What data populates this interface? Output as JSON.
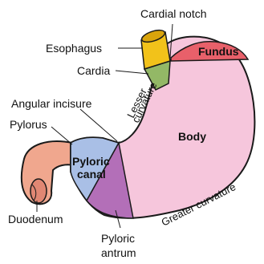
{
  "diagram": {
    "labels": {
      "cardial_notch": "Cardial notch",
      "esophagus": "Esophagus",
      "fundus": "Fundus",
      "cardia": "Cardia",
      "angular_incisure": "Angular incisure",
      "lesser_curvature_line1": "Lesser",
      "lesser_curvature_line2": "curvature",
      "pylorus": "Pylorus",
      "body": "Body",
      "pyloric_canal_line1": "Pyloric",
      "pyloric_canal_line2": "canal",
      "greater_curvature": "Greater curvature",
      "duodenum": "Duodenum",
      "pyloric_antrum_line1": "Pyloric",
      "pyloric_antrum_line2": "antrum"
    },
    "colors": {
      "outline": "#1a1a1a",
      "body": "#f6c6dc",
      "fundus": "#e8606a",
      "cardia": "#93b866",
      "esophagus": "#f2c21a",
      "pyloric_canal": "#a9bfe6",
      "pyloric_antrum": "#b36fb8",
      "duodenum": "#f0a78e"
    }
  }
}
